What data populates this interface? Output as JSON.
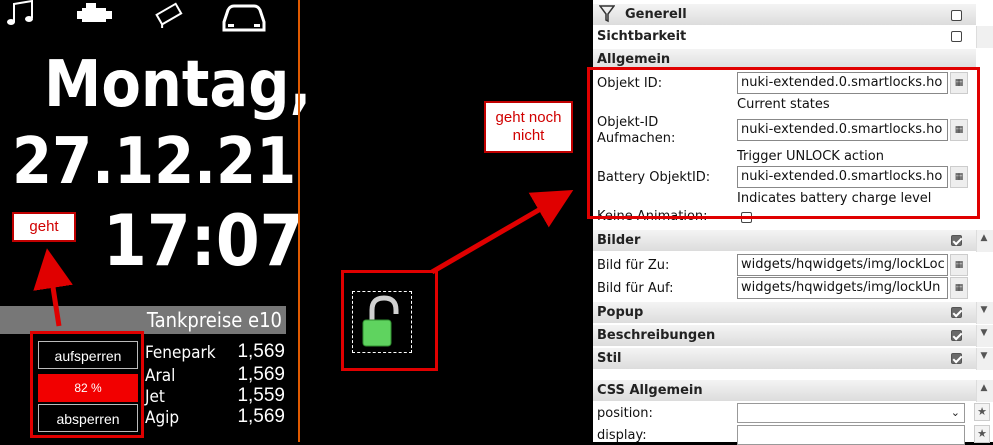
{
  "dashboard": {
    "icons": [
      "music-icon",
      "engine-icon",
      "camera-icon",
      "car-icon"
    ],
    "weekday": "Montag,",
    "date": "27.12.21",
    "time": "17:07",
    "tank_header": "Tankpreise e10",
    "unlock_label": "aufsperren",
    "battery_label": "82 %",
    "battery_percent": 82,
    "lock_label": "absperren",
    "prices": [
      {
        "name": "Fenepark",
        "value": "1,569"
      },
      {
        "name": "Aral",
        "value": "1,569"
      },
      {
        "name": "Jet",
        "value": "1,559"
      },
      {
        "name": "Agip",
        "value": "1,569"
      }
    ]
  },
  "annotations": {
    "works": "geht",
    "not_yet_line1": "geht noch",
    "not_yet_line2": "nicht",
    "color": "#e00000"
  },
  "panel": {
    "generell": "Generell",
    "sichtbarkeit": "Sichtbarkeit",
    "allgemein": "Allgemein",
    "objekt_id_label": "Objekt ID:",
    "objekt_id_value": "nuki-extended.0.smartlocks.ho",
    "objekt_id_hint": "Current states",
    "aufmachen_label_1": "Objekt-ID",
    "aufmachen_label_2": "Aufmachen:",
    "aufmachen_value": "nuki-extended.0.smartlocks.ho",
    "aufmachen_hint": "Trigger UNLOCK action",
    "battery_label": "Battery ObjektID:",
    "battery_value": "nuki-extended.0.smartlocks.ho",
    "battery_hint": "Indicates battery charge level",
    "keine_animation": "Keine Animation:",
    "bilder": "Bilder",
    "bild_zu_label": "Bild für Zu:",
    "bild_zu_value": "widgets/hqwidgets/img/lockLoc",
    "bild_auf_label": "Bild für Auf:",
    "bild_auf_value": "widgets/hqwidgets/img/lockUn",
    "popup": "Popup",
    "beschreibungen": "Beschreibungen",
    "stil": "Stil",
    "css_allgemein": "CSS Allgemein",
    "position_label": "position:",
    "display_label": "display:"
  }
}
